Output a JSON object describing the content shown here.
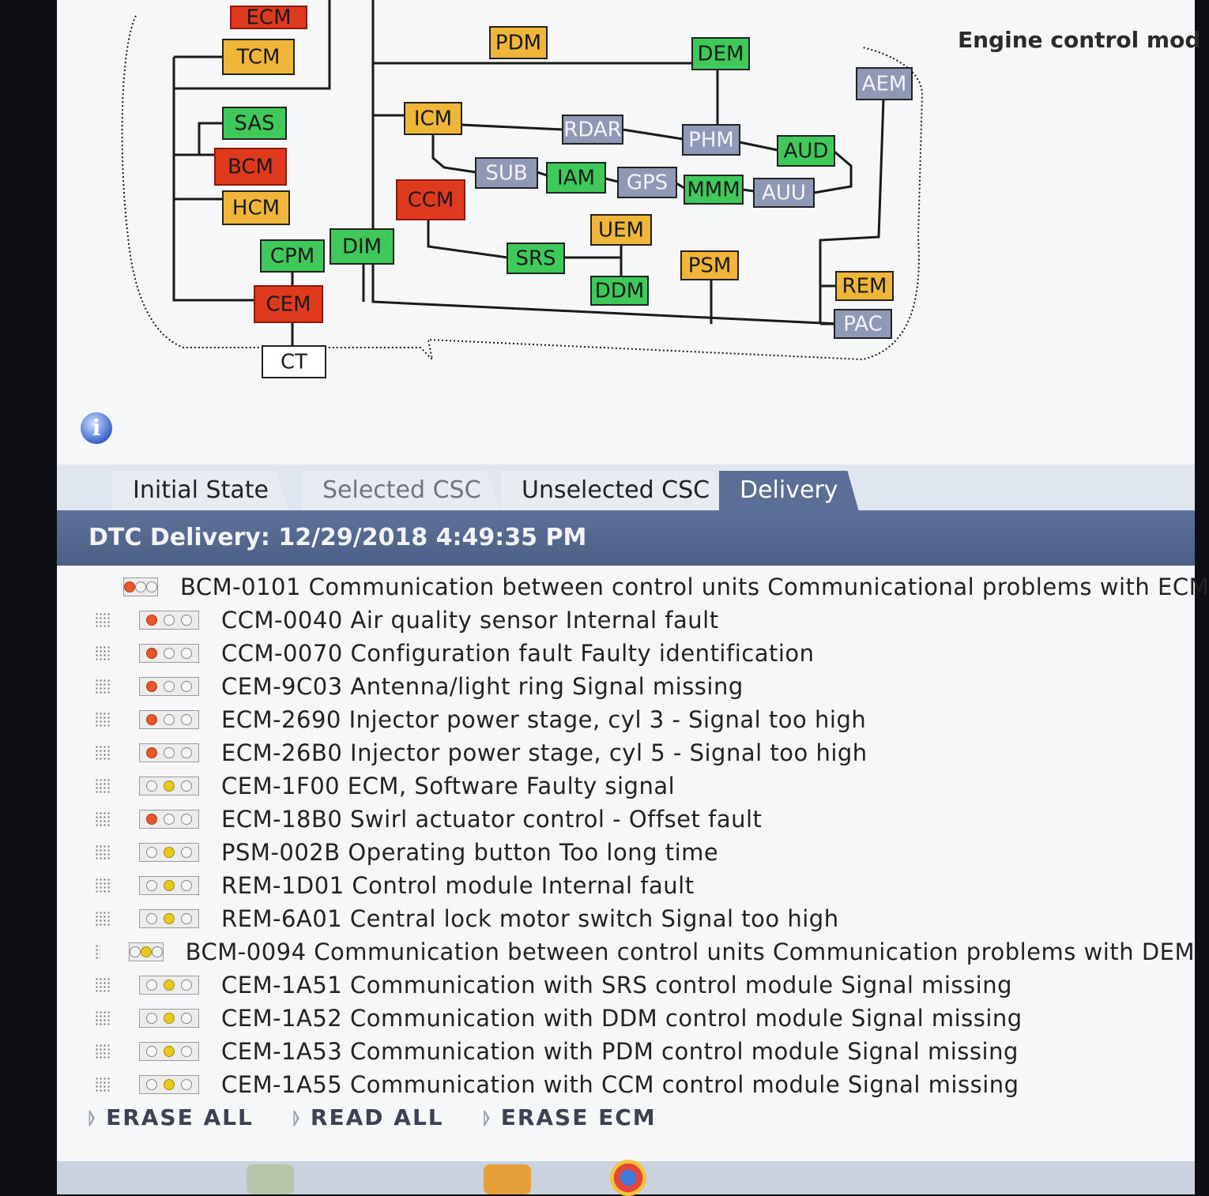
{
  "network": {
    "heading": "Engine control mod",
    "modules": [
      {
        "label": "ECM",
        "status": "red"
      },
      {
        "label": "TCM",
        "status": "orange"
      },
      {
        "label": "PDM",
        "status": "orange"
      },
      {
        "label": "DEM",
        "status": "green"
      },
      {
        "label": "AEM",
        "status": "gray"
      },
      {
        "label": "SAS",
        "status": "green"
      },
      {
        "label": "BCM",
        "status": "red"
      },
      {
        "label": "HCM",
        "status": "orange"
      },
      {
        "label": "ICM",
        "status": "orange"
      },
      {
        "label": "RDAR",
        "status": "gray"
      },
      {
        "label": "PHM",
        "status": "gray"
      },
      {
        "label": "AUD",
        "status": "green"
      },
      {
        "label": "SUB",
        "status": "gray"
      },
      {
        "label": "IAM",
        "status": "green"
      },
      {
        "label": "GPS",
        "status": "gray"
      },
      {
        "label": "MMM",
        "status": "green"
      },
      {
        "label": "AUU",
        "status": "gray"
      },
      {
        "label": "CCM",
        "status": "red"
      },
      {
        "label": "UEM",
        "status": "orange"
      },
      {
        "label": "CPM",
        "status": "green"
      },
      {
        "label": "DIM",
        "status": "green"
      },
      {
        "label": "SRS",
        "status": "green"
      },
      {
        "label": "PSM",
        "status": "orange"
      },
      {
        "label": "REM",
        "status": "orange"
      },
      {
        "label": "CEM",
        "status": "red"
      },
      {
        "label": "DDM",
        "status": "green"
      },
      {
        "label": "PAC",
        "status": "gray"
      },
      {
        "label": "CT",
        "status": "white"
      }
    ]
  },
  "colors": {
    "red": "#e03a1e",
    "orange": "#f0b63a",
    "green": "#3ec95a",
    "gray": "#8f98b4",
    "white": "#ffffff",
    "header": "#536690"
  },
  "icons": {
    "info": "info-icon",
    "grip": "grip-icon",
    "status": "status-light-icon"
  },
  "tabs": [
    {
      "label": "Initial State",
      "state": "normal"
    },
    {
      "label": "Selected CSC",
      "state": "dim"
    },
    {
      "label": "Unselected CSC",
      "state": "normal"
    },
    {
      "label": "Delivery",
      "state": "active"
    }
  ],
  "header": {
    "title": "DTC Delivery: 12/29/2018 4:49:35 PM"
  },
  "dtcs": [
    {
      "text": "BCM-0101 Communication between control units Communicational problems with ECM",
      "status": "red"
    },
    {
      "text": "CCM-0040 Air quality sensor Internal fault",
      "status": "red"
    },
    {
      "text": "CCM-0070 Configuration fault Faulty identification",
      "status": "red"
    },
    {
      "text": "CEM-9C03 Antenna/light ring Signal missing",
      "status": "red"
    },
    {
      "text": "ECM-2690 Injector power stage, cyl 3 - Signal too high",
      "status": "red"
    },
    {
      "text": "ECM-26B0 Injector power stage, cyl 5 - Signal too high",
      "status": "red"
    },
    {
      "text": "CEM-1F00 ECM, Software Faulty signal",
      "status": "yellow"
    },
    {
      "text": "ECM-18B0 Swirl actuator control - Offset fault",
      "status": "red"
    },
    {
      "text": "PSM-002B Operating button Too long time",
      "status": "yellow"
    },
    {
      "text": "REM-1D01 Control module Internal fault",
      "status": "yellow"
    },
    {
      "text": "REM-6A01 Central lock motor switch Signal too high",
      "status": "yellow"
    },
    {
      "text": "BCM-0094 Communication between control units Communication problems with DEM",
      "status": "yellow"
    },
    {
      "text": "CEM-1A51 Communication with SRS control module Signal missing",
      "status": "yellow"
    },
    {
      "text": "CEM-1A52 Communication with DDM control module Signal missing",
      "status": "yellow"
    },
    {
      "text": "CEM-1A53 Communication with PDM control module Signal missing",
      "status": "yellow"
    },
    {
      "text": "CEM-1A55 Communication with CCM control module Signal missing",
      "status": "yellow"
    }
  ],
  "actions": {
    "erase_all": "ERASE ALL",
    "read_all": "READ ALL",
    "erase_ecm": "ERASE ECM"
  }
}
